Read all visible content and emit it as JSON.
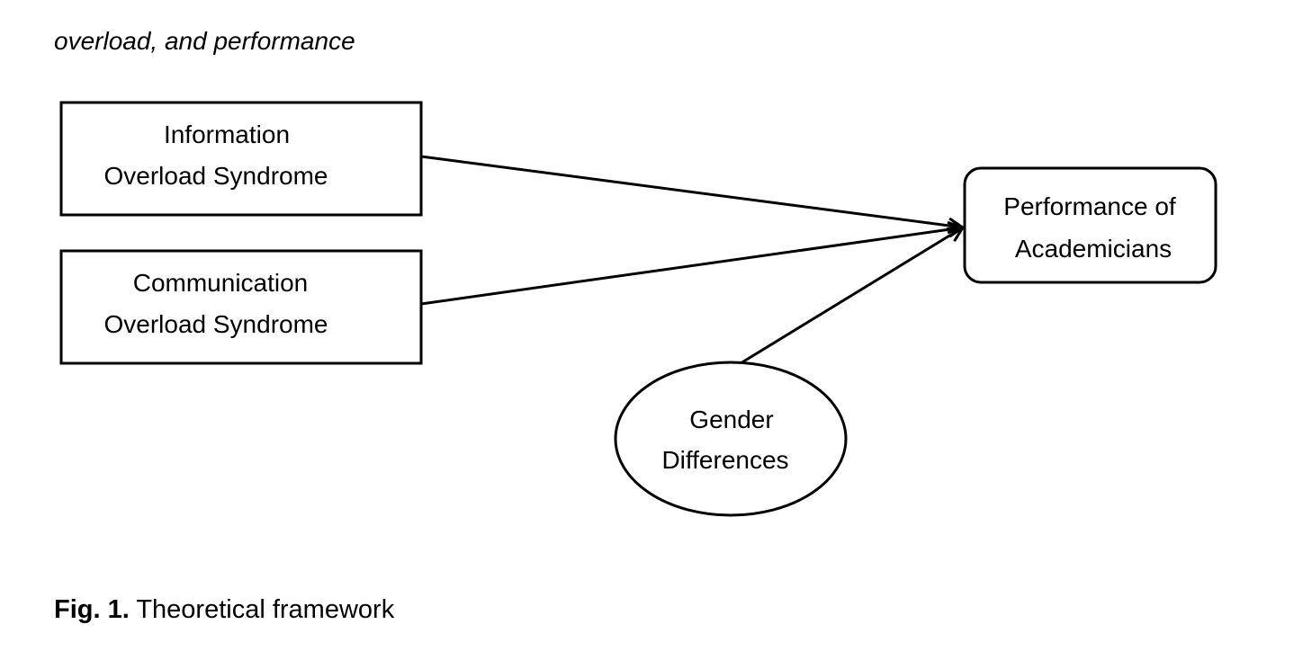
{
  "header": {
    "text": "overload, and performance"
  },
  "diagram": {
    "nodes": {
      "information_overload": {
        "line1": "Information",
        "line2": "Overload Syndrome"
      },
      "communication_overload": {
        "line1": "Communication",
        "line2": "Overload Syndrome"
      },
      "performance": {
        "line1": "Performance of",
        "line2": "Academicians"
      },
      "gender": {
        "line1": "Gender",
        "line2": "Differences"
      }
    },
    "edges": [
      {
        "from": "information_overload",
        "to": "performance"
      },
      {
        "from": "communication_overload",
        "to": "performance"
      },
      {
        "from": "gender",
        "to": "performance"
      }
    ]
  },
  "caption": {
    "label": "Fig. 1.",
    "text": " Theoretical framework"
  }
}
